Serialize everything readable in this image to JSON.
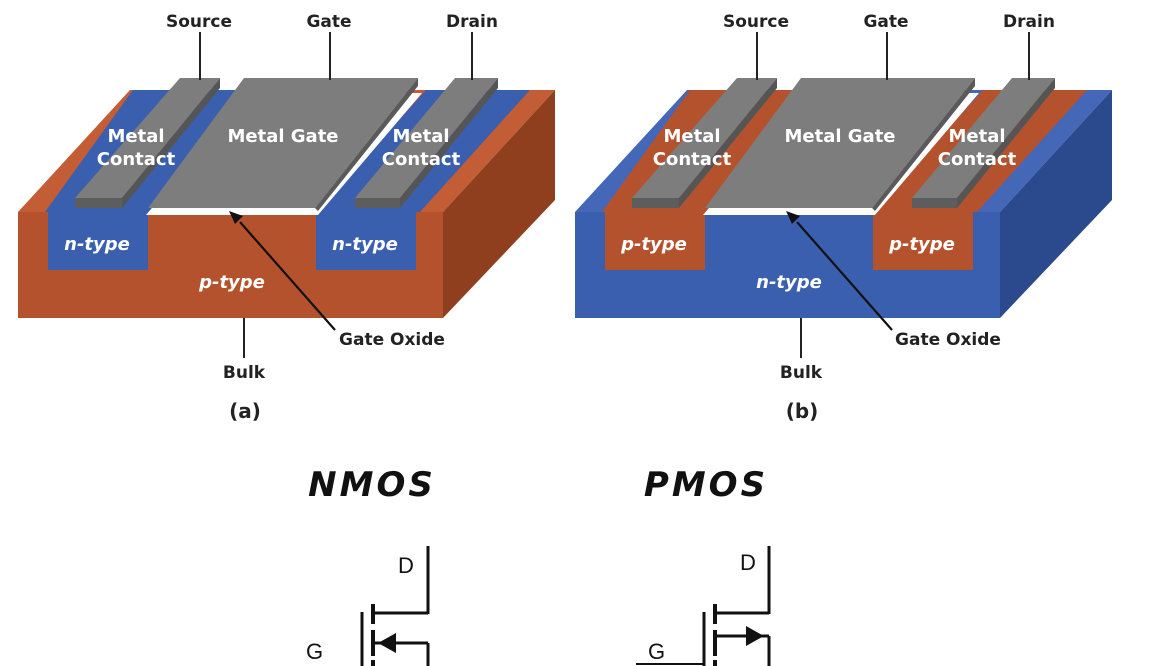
{
  "diagram_a": {
    "terminals": {
      "source": "Source",
      "gate": "Gate",
      "drain": "Drain"
    },
    "metal_gate": "Metal Gate",
    "metal_contact_line1": "Metal",
    "metal_contact_line2": "Contact",
    "well_type": "n-type",
    "substrate_type": "p-type",
    "gate_oxide": "Gate Oxide",
    "bulk": "Bulk",
    "caption": "(a)",
    "colors": {
      "substrate": "#b5522e",
      "well": "#3a5fae",
      "metal": "#777777"
    }
  },
  "diagram_b": {
    "terminals": {
      "source": "Source",
      "gate": "Gate",
      "drain": "Drain"
    },
    "metal_gate": "Metal Gate",
    "metal_contact_line1": "Metal",
    "metal_contact_line2": "Contact",
    "well_type": "p-type",
    "substrate_type": "n-type",
    "gate_oxide": "Gate Oxide",
    "bulk": "Bulk",
    "caption": "(b)",
    "colors": {
      "substrate": "#3a5fae",
      "well": "#b5522e",
      "metal": "#777777"
    }
  },
  "symbols": {
    "nmos": {
      "title": "NMOS",
      "drain": "D",
      "gate": "G"
    },
    "pmos": {
      "title": "PMOS",
      "drain": "D",
      "gate": "G"
    }
  }
}
